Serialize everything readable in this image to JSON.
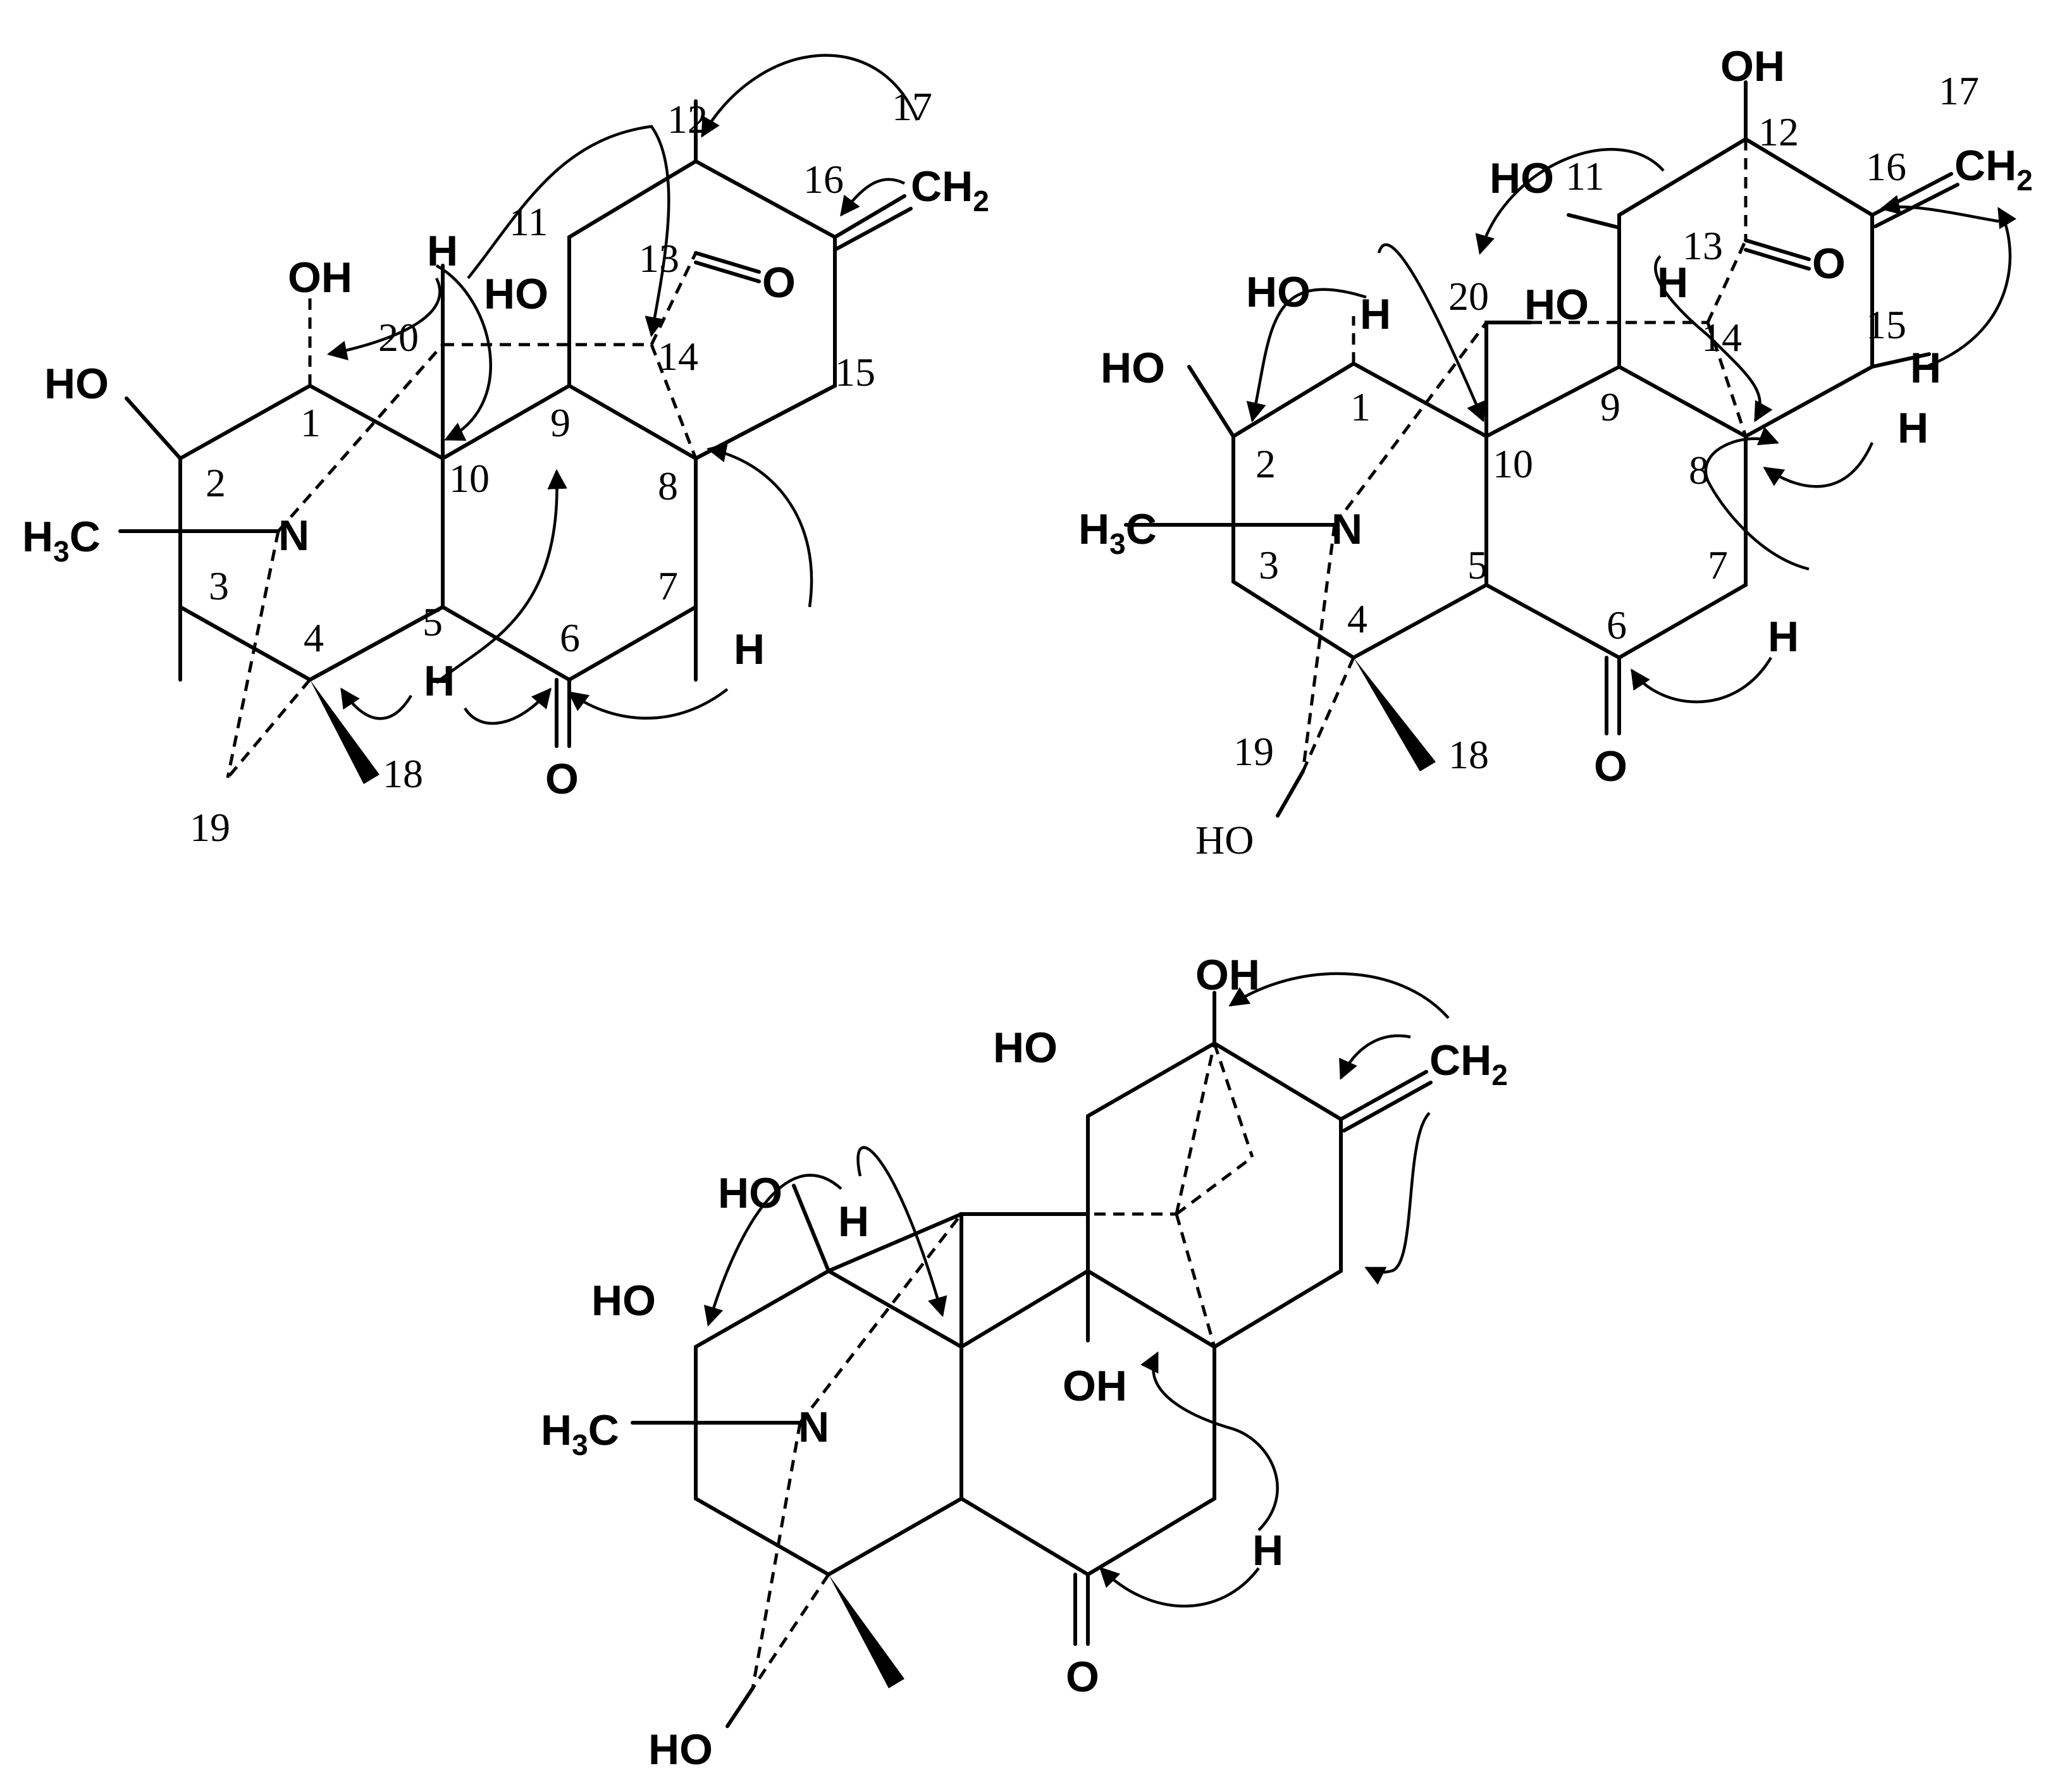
{
  "labels": {
    "oh": "OH",
    "ho": "HO",
    "o": "O",
    "n": "N",
    "h": "H",
    "h3c_main": "H",
    "h3c_sub": "3",
    "h3c_c": "C",
    "ch2_main": "CH",
    "ch2_sub": "2"
  },
  "structures": [
    {
      "numbers": [
        "1",
        "2",
        "3",
        "4",
        "5",
        "6",
        "7",
        "8",
        "9",
        "10",
        "11",
        "12",
        "13",
        "14",
        "15",
        "16",
        "17",
        "18",
        "19",
        "20"
      ]
    },
    {
      "numbers": [
        "1",
        "2",
        "3",
        "4",
        "5",
        "6",
        "7",
        "8",
        "9",
        "10",
        "11",
        "12",
        "13",
        "14",
        "15",
        "16",
        "17",
        "18",
        "19",
        "20"
      ]
    }
  ],
  "colors": {
    "ink": "#000000",
    "background": "#ffffff"
  }
}
